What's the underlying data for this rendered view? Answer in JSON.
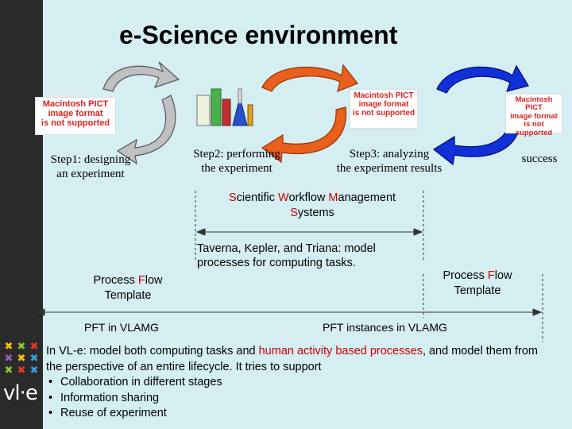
{
  "title": "e-Science environment",
  "pict_message": [
    "Macintosh PICT",
    "image format",
    "is not supported"
  ],
  "steps": {
    "step1": [
      "Step1: designing",
      "an experiment"
    ],
    "step2": [
      "Step2: performing",
      "the experiment"
    ],
    "step3": [
      "Step3: analyzing",
      "the experiment results"
    ],
    "success": "success"
  },
  "swms": {
    "line1_parts": [
      "S",
      "cientific ",
      "W",
      "orkflow ",
      "M",
      "anagement"
    ],
    "line2_parts": [
      "S",
      "ystems"
    ]
  },
  "taverna": {
    "line1": "Taverna, Kepler, and Triana: model",
    "line2": "processes for computing tasks."
  },
  "pft_left": {
    "line1_parts": [
      "Process ",
      "F",
      "low"
    ],
    "line2": "Template"
  },
  "pft_right": {
    "line1_parts": [
      "Process ",
      "F",
      "low"
    ],
    "line2": "Template"
  },
  "pft_in_vlamg": "PFT in VLAMG",
  "pft_instances": "PFT instances in VLAMG",
  "body": {
    "intro_prefix": "In VL-e: model both computing tasks and ",
    "intro_red": "human activity based processes",
    "intro_suffix": ", and model them from the perspective of an entire lifecycle. It tries to support",
    "bullets": [
      "Collaboration in different stages",
      "Information sharing",
      "Reuse of experiment"
    ]
  },
  "logo_text": "vl·e",
  "colors": {
    "background": "#d4eef1",
    "sidebar": "#2a2a2a",
    "accent_red": "#cc0000",
    "arrow_grey": "#b8b8b8",
    "arrow_orange": "#e8601c",
    "arrow_blue": "#1030d8"
  }
}
